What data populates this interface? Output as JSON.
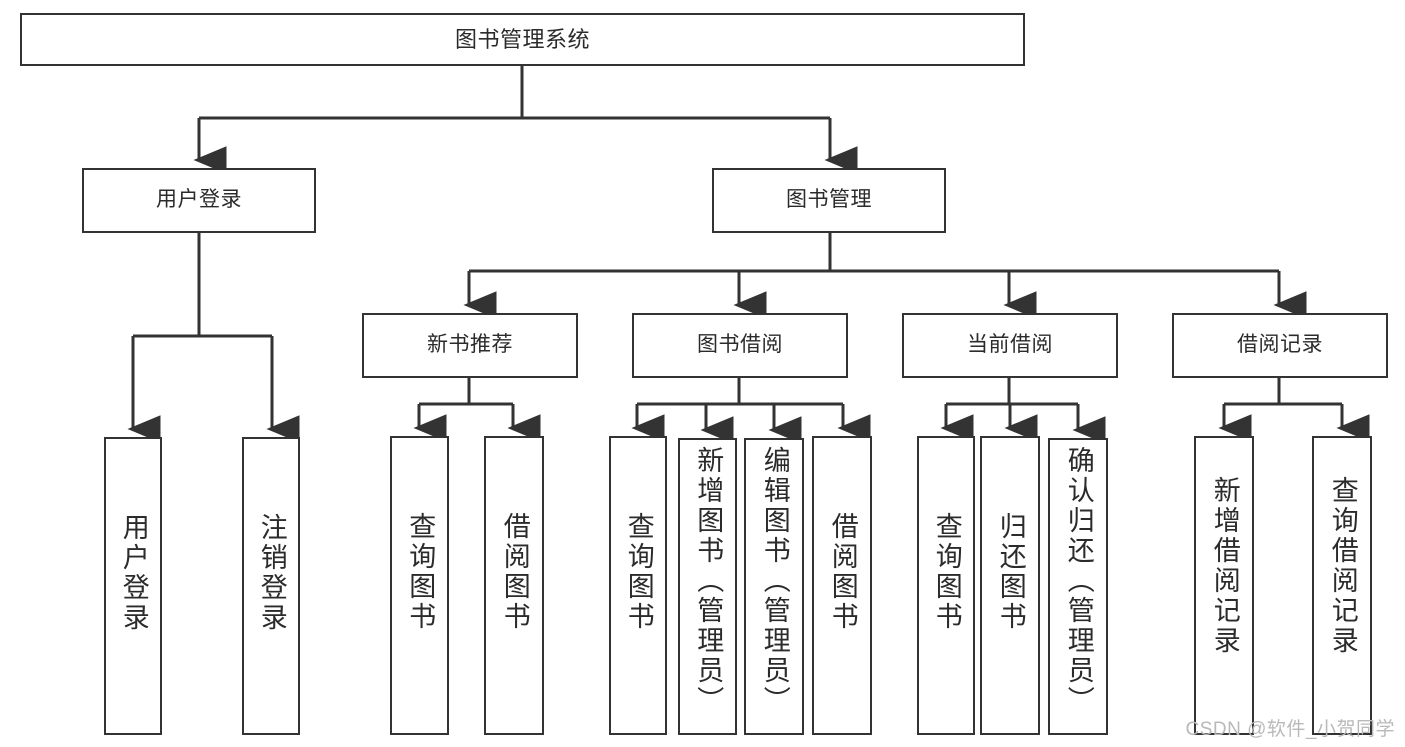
{
  "diagram": {
    "title": "图书管理系统",
    "type": "hierarchy-tree",
    "colors": {
      "border": "#333333",
      "background": "#ffffff",
      "text": "#2b2b2b",
      "connector": "#333333",
      "watermark": "#b9b9b9"
    },
    "levels": {
      "root": {
        "label": "图书管理系统"
      },
      "level2": [
        {
          "label": "用户登录"
        },
        {
          "label": "图书管理"
        }
      ],
      "level3": [
        {
          "label": "新书推荐"
        },
        {
          "label": "图书借阅"
        },
        {
          "label": "当前借阅"
        },
        {
          "label": "借阅记录"
        }
      ],
      "leaves": {
        "user_login": [
          {
            "label": "用户登录"
          },
          {
            "label": "注销登录"
          }
        ],
        "new_book_recommend": [
          {
            "label": "查询图书"
          },
          {
            "label": "借阅图书"
          }
        ],
        "book_borrow": [
          {
            "label": "查询图书"
          },
          {
            "label": "新增图书（管理员）"
          },
          {
            "label": "编辑图书（管理员）"
          },
          {
            "label": "借阅图书"
          }
        ],
        "current_borrow": [
          {
            "label": "查询图书"
          },
          {
            "label": "归还图书"
          },
          {
            "label": "确认归还（管理员）"
          }
        ],
        "borrow_record": [
          {
            "label": "新增借阅记录"
          },
          {
            "label": "查询借阅记录"
          }
        ]
      }
    },
    "watermark": "CSDN @软件_小贺同学"
  }
}
